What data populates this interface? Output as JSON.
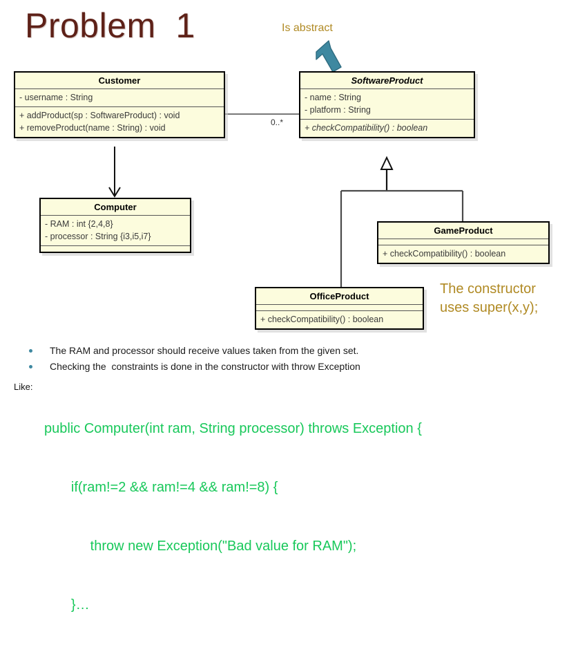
{
  "slide": {
    "title": "Problem  1"
  },
  "notes": [
    {
      "id": "is-abstract",
      "text": "Is abstract"
    },
    {
      "id": "constructor",
      "text": "The constructor\nuses super(x,y);"
    }
  ],
  "diagram": {
    "multiplicity": "0..*",
    "classes": [
      {
        "id": "customer",
        "name": "Customer",
        "abstract": false,
        "attributes": [
          "- username : String"
        ],
        "methods": [
          "+ addProduct(sp : SoftwareProduct) : void",
          "+ removeProduct(name : String) : void"
        ]
      },
      {
        "id": "softwareproduct",
        "name": "SoftwareProduct",
        "abstract": true,
        "attributes": [
          "- name : String",
          "- platform : String"
        ],
        "methods": [
          "+ checkCompatibility() : boolean"
        ],
        "methods_italic": true
      },
      {
        "id": "computer",
        "name": "Computer",
        "abstract": false,
        "attributes": [
          "- RAM : int {2,4,8}",
          "- processor : String {i3,i5,i7}"
        ],
        "methods": []
      },
      {
        "id": "gameproduct",
        "name": "GameProduct",
        "abstract": false,
        "attributes": [],
        "methods": [
          "+ checkCompatibility() : boolean"
        ]
      },
      {
        "id": "officeproduct",
        "name": "OfficeProduct",
        "abstract": false,
        "attributes": [],
        "methods": [
          "+ checkCompatibility() : boolean"
        ]
      }
    ]
  },
  "bullets": [
    "The RAM and processor should receive values taken from the given set.",
    "Checking the  constraints is done in the constructor with throw Exception"
  ],
  "code": {
    "label": "Like:",
    "lines": [
      "public Computer(int ram, String processor) throws Exception {",
      "       if(ram!=2 && ram!=4 && ram!=8) {",
      "            throw new Exception(\"Bad value for RAM\");",
      "       }…"
    ]
  },
  "colors": {
    "title": "#5E2118",
    "note": "#B08A24",
    "arrow": "#3E88A0",
    "bullet": "#3E88A0",
    "code": "#18C85A",
    "box_fill": "#FCFCDD",
    "box_border": "#000000"
  }
}
